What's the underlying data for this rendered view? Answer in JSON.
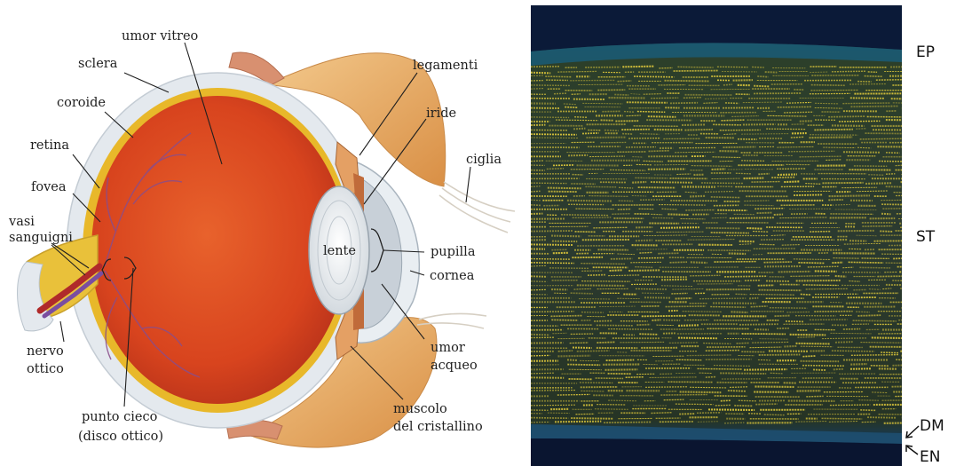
{
  "eye_diagram": {
    "labels": {
      "umor_vitreo": "umor vitreo",
      "sclera": "sclera",
      "coroide": "coroide",
      "retina": "retina",
      "fovea": "fovea",
      "vasi_line1": "vasi",
      "vasi_line2": "sanguigni",
      "nervo_line1": "nervo",
      "nervo_line2": "ottico",
      "punto_line1": "punto cieco",
      "punto_line2": "(disco ottico)",
      "legamenti": "legamenti",
      "iride": "iride",
      "ciglia": "ciglia",
      "lente": "lente",
      "pupilla": "pupilla",
      "cornea": "cornea",
      "umor_acqueo_line1": "umor",
      "umor_acqueo_line2": "acqueo",
      "muscolo_line1": "muscolo",
      "muscolo_line2": "del cristallino"
    },
    "colors": {
      "vitreous": "#d8441e",
      "choroid": "#e8b82a",
      "sclera": "#e4e9ee",
      "eyelid": "#e8aa62",
      "lens": "#eef0f2",
      "vessels": "#8a4d8a"
    }
  },
  "micrograph": {
    "labels": {
      "ep": "EP",
      "st": "ST",
      "dm": "DM",
      "en": "EN"
    },
    "colors": {
      "background": "#0a1a3c",
      "fibers": "#d9c43a",
      "epithelium": "#1b4f6a"
    }
  }
}
